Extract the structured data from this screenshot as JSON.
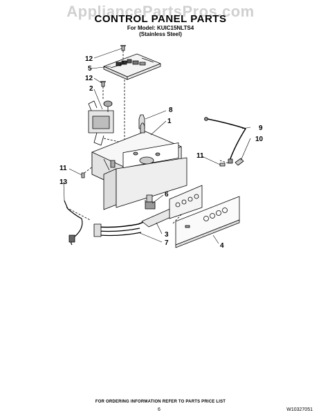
{
  "watermark": "AppliancePartsPros.com",
  "title": "CONTROL PANEL PARTS",
  "model_line": "For Model: KUIC15NLTS4",
  "finish_line": "(Stainless Steel)",
  "callouts": {
    "c1": "1",
    "c2": "2",
    "c3": "3",
    "c4": "4",
    "c5": "5",
    "c6": "6",
    "c7": "7",
    "c8": "8",
    "c9": "9",
    "c10": "10",
    "c11": "11",
    "c12": "12",
    "c13": "13"
  },
  "footer": {
    "note": "FOR ORDERING INFORMATION REFER TO PARTS PRICE LIST",
    "page": "6",
    "doc_number": "W10327051"
  }
}
